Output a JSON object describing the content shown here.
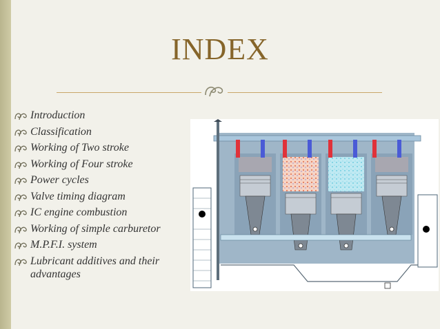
{
  "slide": {
    "title": "INDEX",
    "items": [
      "Introduction",
      "Classification",
      "Working of Two stroke",
      "Working of Four stroke",
      "Power cycles",
      " Valve timing diagram",
      "IC engine combustion",
      "Working of simple carburetor",
      "M.P.F.I. system",
      "Lubricant additives and their advantages"
    ],
    "colors": {
      "title": "#86652a",
      "accent": "#c8a568",
      "sidebar": "#c4bf99",
      "background": "#f2f1ea"
    },
    "icons": {
      "divider": "scroll-ornament-icon",
      "bullet": "scroll-bullet-icon",
      "figure": "engine-cross-section-diagram"
    }
  }
}
